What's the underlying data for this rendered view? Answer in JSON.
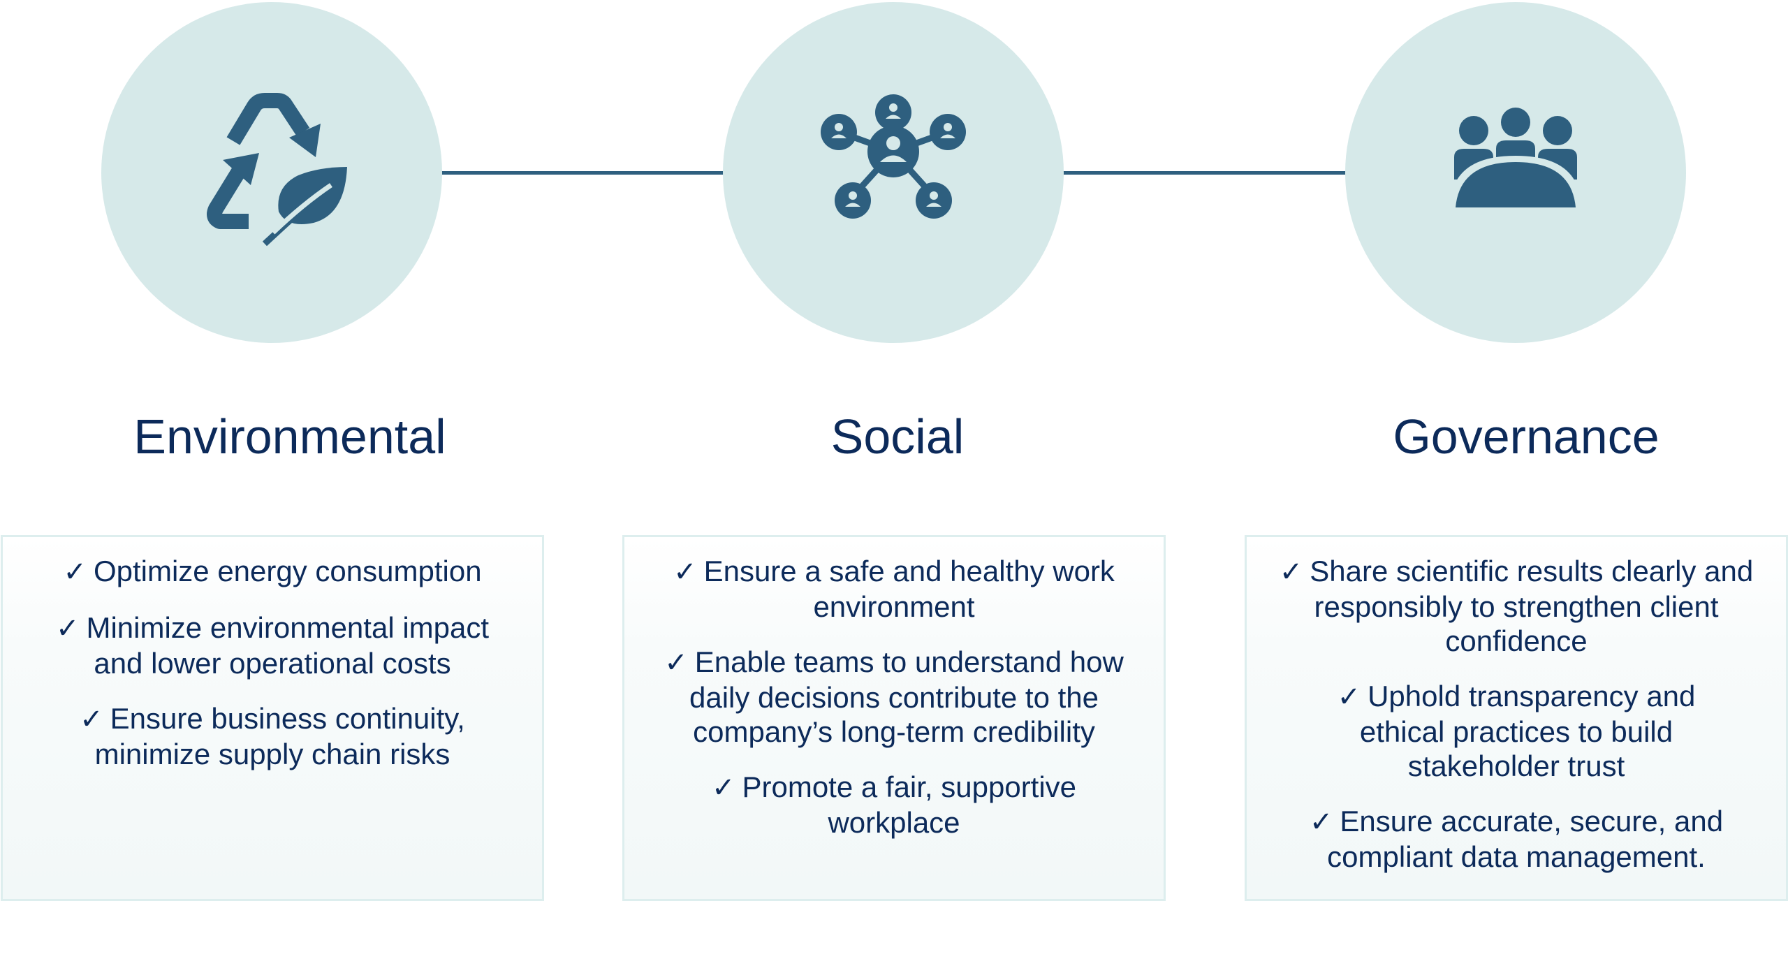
{
  "colors": {
    "circle_fill": "#d6e9e9",
    "icon": "#2e5f7f",
    "connector": "#2e5f7f",
    "text": "#0c2a5a",
    "card_border": "#ddeeee"
  },
  "check_glyph": "✓",
  "pillars": [
    {
      "title": "Environmental",
      "icon": "recycle-leaf-icon",
      "items": [
        "Optimize energy consumption",
        "Minimize environmental impact and lower operational costs",
        "Ensure business continuity, minimize supply chain risks"
      ]
    },
    {
      "title": "Social",
      "icon": "people-network-icon",
      "items": [
        "Ensure a safe and healthy work environment",
        "Enable teams to understand how daily decisions contribute to the company’s long-term credibility",
        "Promote a fair, supportive workplace"
      ]
    },
    {
      "title": "Governance",
      "icon": "board-meeting-icon",
      "items": [
        "Share scientific results clearly and responsibly to strengthen client confidence",
        "Uphold transparency and ethical practices to build stakeholder trust",
        "Ensure accurate, secure, and compliant data management."
      ]
    }
  ]
}
